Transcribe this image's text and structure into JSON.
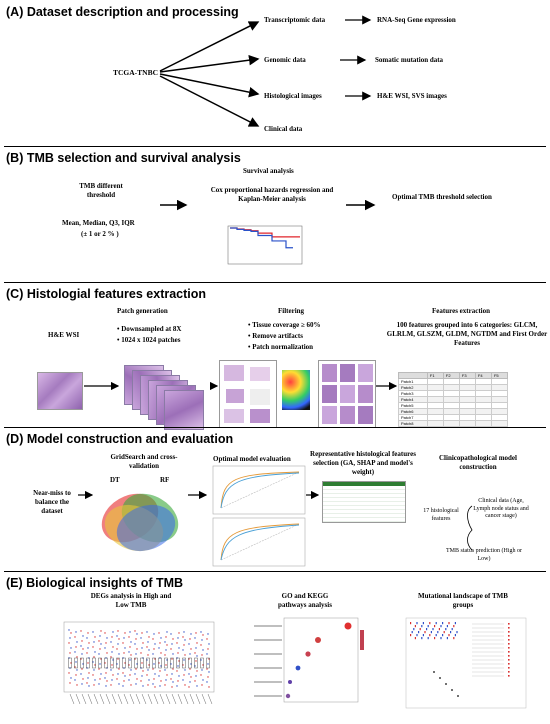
{
  "sections": {
    "a": {
      "header": "(A) Dataset description and processing",
      "source": "TCGA-TNBC",
      "branches": [
        "Transcriptomic data",
        "Genomic data",
        "Histological images",
        "Clinical data"
      ],
      "outputs": [
        "RNA-Seq Gene expression",
        "Somatic mutation data",
        "H&E WSI, SVS images"
      ]
    },
    "b": {
      "header": "(B) TMB selection and survival analysis",
      "left_title": "TMB different threshold",
      "left_metrics": "Mean, Median, Q3, IQR",
      "left_range": "(± 1 or 2 % )",
      "survival_title": "Survival analysis",
      "survival_method": "Cox proportional hazards regression and Kaplan-Meier analysis",
      "result": "Optimal TMB threshold selection"
    },
    "c": {
      "header": "(C) Histologial features extraction",
      "wsi_label": "H&E WSI",
      "patch_title": "Patch generation",
      "patch_bullets": [
        "Downsampled at 8X",
        "1024 x 1024 patches"
      ],
      "filter_title": "Filtering",
      "filter_bullets": [
        "Tissue coverage ≥ 60%",
        "Remove artifacts",
        "Patch normalization"
      ],
      "extract_title": "Features extraction",
      "extract_desc": "100 features grouped into 6 categories: GLCM, GLRLM, GLSZM, GLDM, NGTDM and First Order Features",
      "table_cols": [
        "",
        "F1",
        "F2",
        "F3",
        "F4",
        "F5"
      ],
      "table_rows": [
        "Patch1",
        "Patch2",
        "Patch3",
        "Patch4",
        "Patch5",
        "Patch6",
        "Patch7",
        "Patch8"
      ]
    },
    "d": {
      "header": "(D) Model construction and evaluation",
      "balance": "Near-miss to balance the dataset",
      "grid_title": "GridSearch and cross-validation",
      "venn_dt": "DT",
      "venn_rf": "RF",
      "eval_title": "Optimal model evaluation",
      "select_title": "Representative histological features selection (GA, SHAP and model's weight)",
      "clinico_title": "Clinicopathological model construction",
      "hist_features": "17 histological features",
      "clinical_data": "Clinical data (Age, Lymph node status and cancer stage)",
      "prediction": "TMB status prediction (High or Low)"
    },
    "e": {
      "header": "(E) Biological insights of TMB",
      "degs_title": "DEGs analysis in High and Low TMB",
      "go_title": "GO and KEGG pathways analysis",
      "mut_title": "Mutational landscape of TMB groups"
    }
  },
  "colors": {
    "high_risk": "#e0252b",
    "low_risk": "#2a52c9",
    "he_stain": "#b38cc9"
  },
  "chart_data": [
    {
      "type": "line",
      "title": "",
      "xlabel": "",
      "ylabel": "",
      "series": [
        {
          "x": [
            0,
            0.5,
            1,
            1.5,
            2,
            2.5,
            3,
            3.5,
            4,
            4.5,
            5
          ],
          "values": [
            1,
            0.97,
            0.95,
            0.92,
            0.85,
            0.85,
            0.74,
            0.74,
            0.74,
            0.74,
            0.74
          ]
        },
        {
          "x": [
            0,
            0.5,
            1,
            1.5,
            2,
            2.5,
            3,
            3.5,
            4,
            4.5
          ],
          "values": [
            1,
            0.96,
            0.93,
            0.9,
            0.78,
            0.78,
            0.62,
            0.62,
            0.42,
            0.42
          ]
        }
      ]
    }
  ]
}
